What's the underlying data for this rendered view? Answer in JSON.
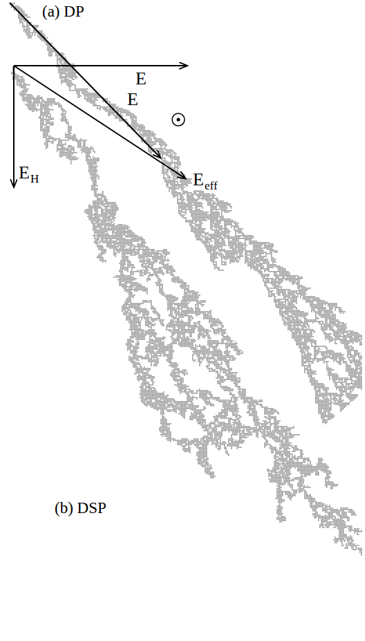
{
  "diagram": {
    "labels": [
      "(a) DP",
      "E",
      "E",
      "E",
      "H",
      "E",
      "eff",
      "(b) DSP"
    ]
  }
}
